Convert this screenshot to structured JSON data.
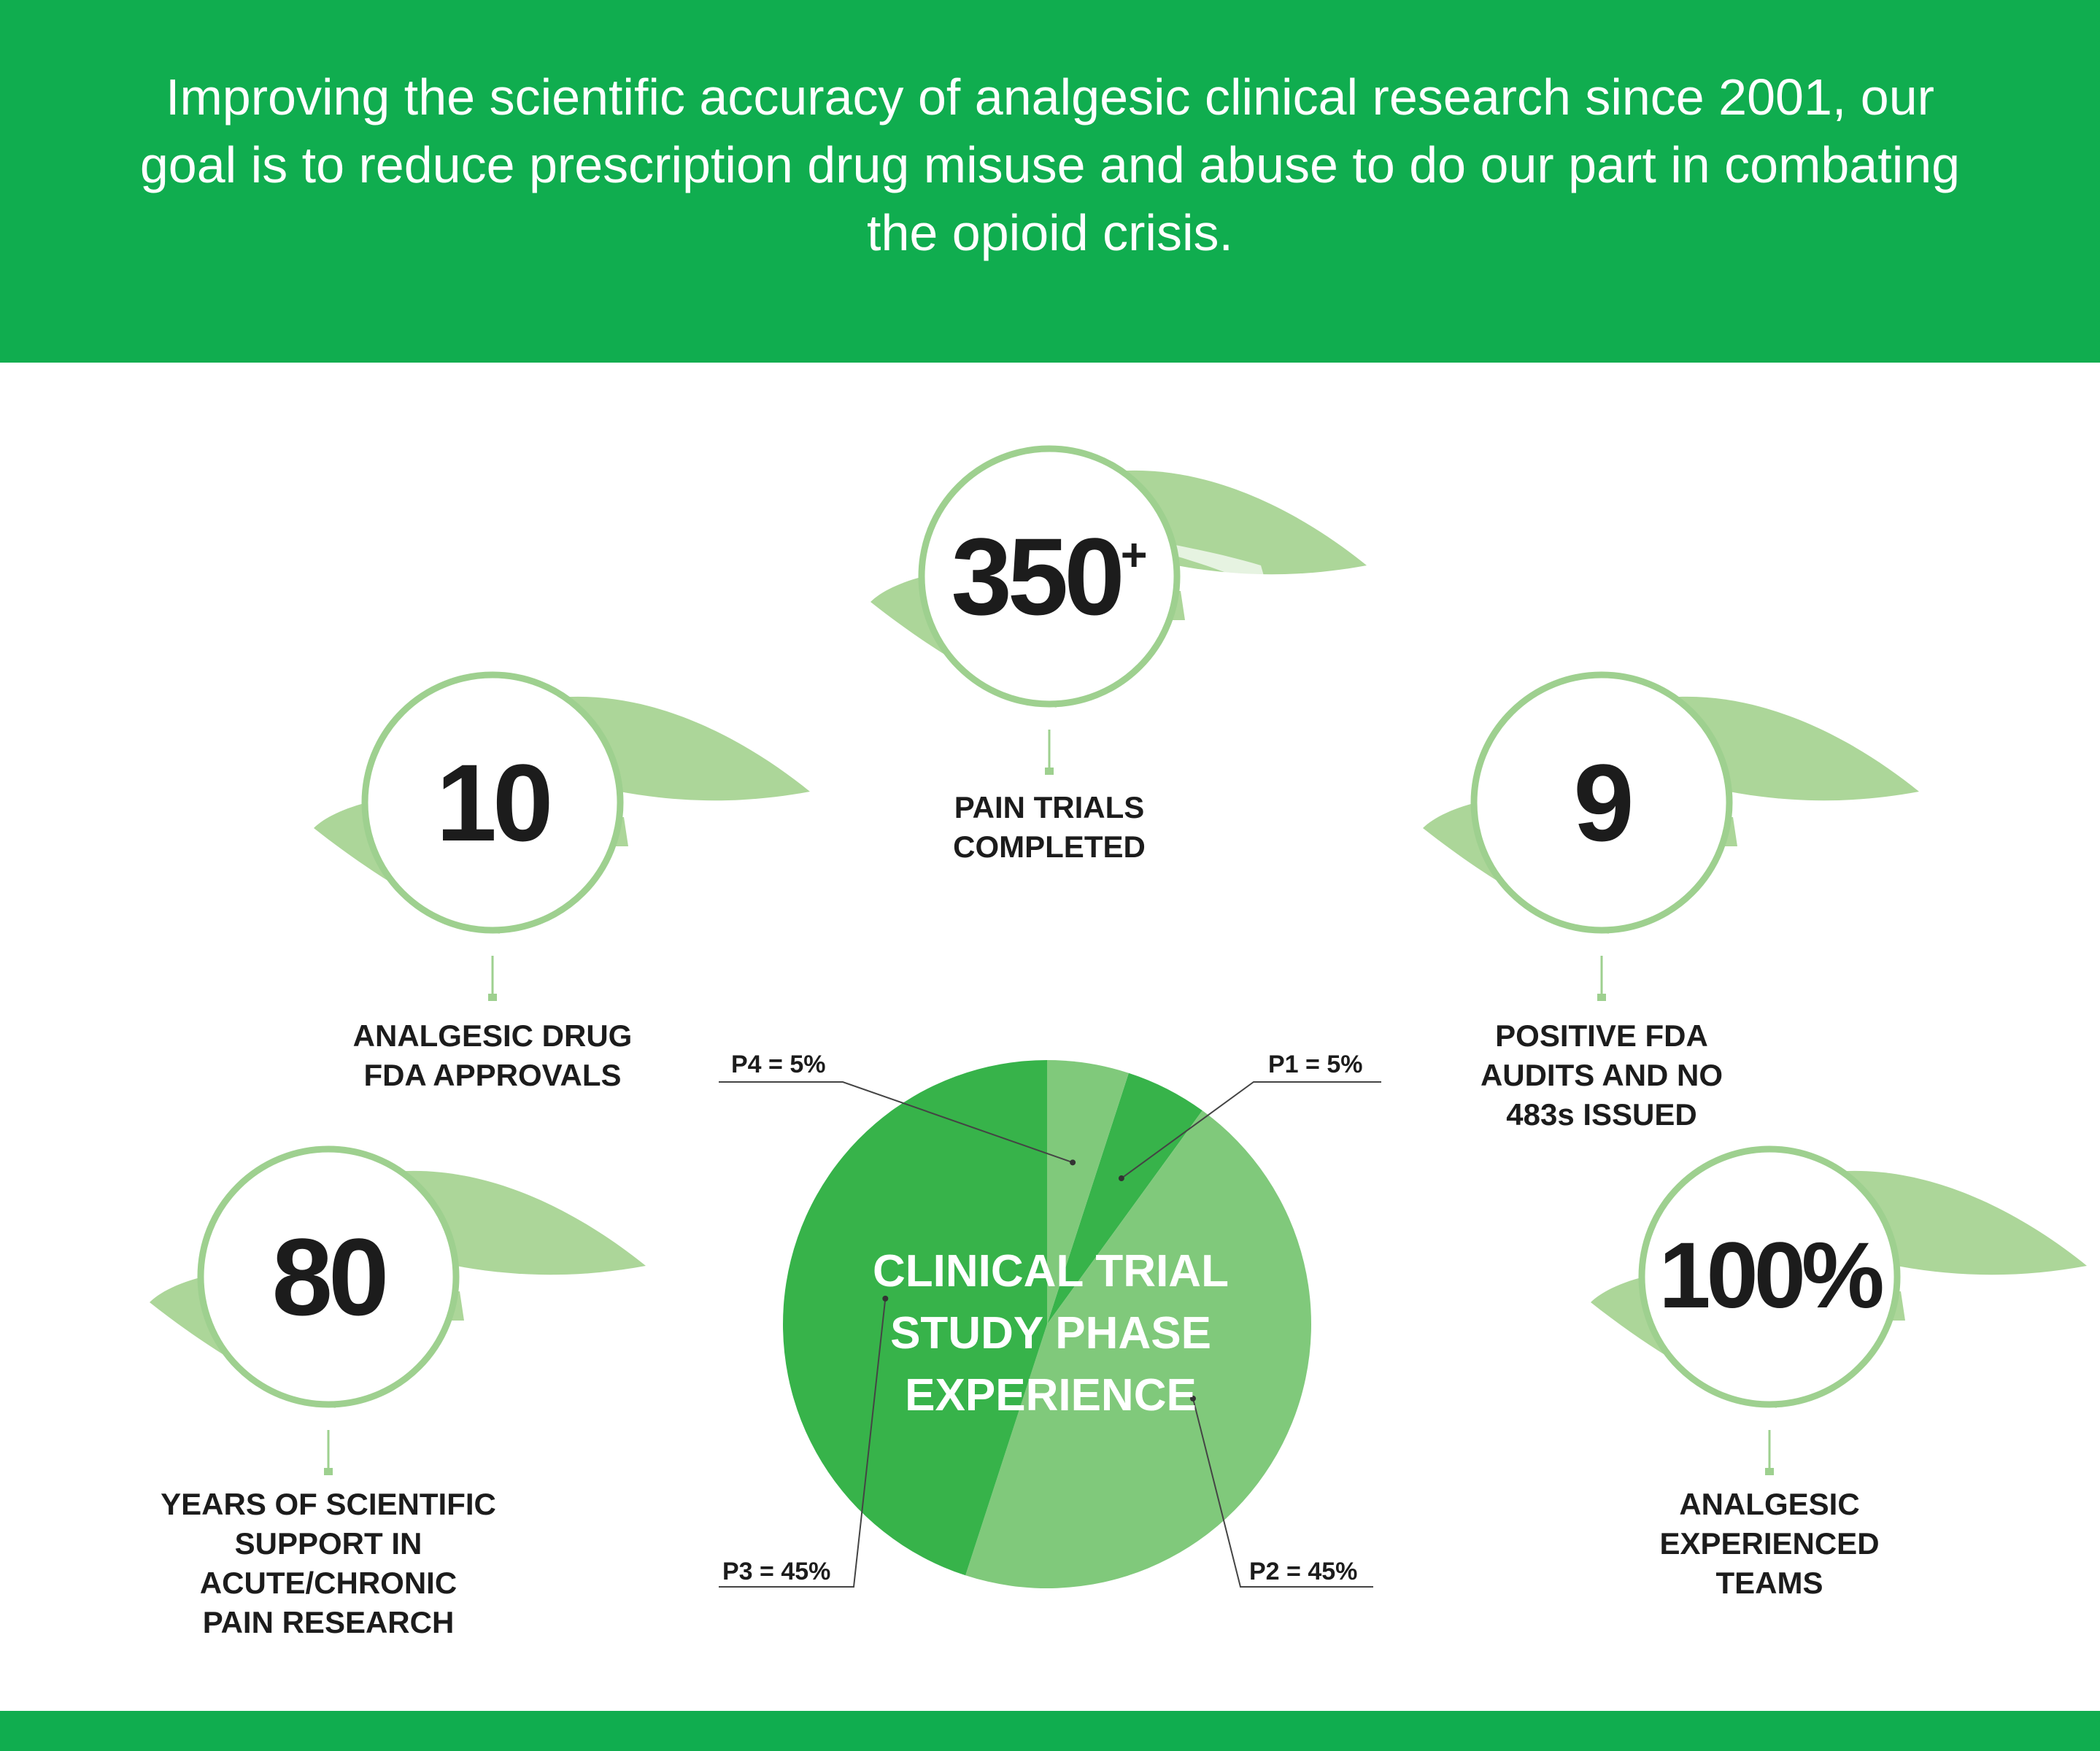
{
  "intro_text": "Improving the scientific accuracy of analgesic clinical research since 2001, our goal is to reduce prescription drug misuse and abuse to do our part in combating the opioid crisis.",
  "colors": {
    "brand_green": "#10ad4f",
    "dark_green": "#37b34a",
    "light_green": "#80c97b",
    "pale_green": "#acd699",
    "ring": "#9ed08f"
  },
  "stats": [
    {
      "value": "350",
      "suffix": "+",
      "label": [
        "PAIN TRIALS",
        "COMPLETED"
      ]
    },
    {
      "value": "10",
      "suffix": "",
      "label": [
        "ANALGESIC DRUG",
        "FDA APPROVALS"
      ]
    },
    {
      "value": "9",
      "suffix": "",
      "label": [
        "POSITIVE FDA",
        "AUDITS AND NO",
        "483s ISSUED"
      ]
    },
    {
      "value": "80",
      "suffix": "",
      "label": [
        "YEARS OF SCIENTIFIC",
        "SUPPORT IN",
        "ACUTE/CHRONIC",
        "PAIN RESEARCH"
      ]
    },
    {
      "value": "100%",
      "suffix": "",
      "label": [
        "ANALGESIC",
        "EXPERIENCED",
        "TEAMS"
      ]
    }
  ],
  "chart_data": {
    "type": "pie",
    "title": [
      "CLINICAL TRIAL",
      "STUDY PHASE",
      "EXPERIENCE"
    ],
    "categories": [
      "P1",
      "P2",
      "P3",
      "P4"
    ],
    "values": [
      5,
      45,
      45,
      5
    ],
    "labels": [
      "P1 = 5%",
      "P2 = 45%",
      "P3 = 45%",
      "P4 = 5%"
    ],
    "colors": [
      "#37b34a",
      "#80c97b",
      "#37b34a",
      "#80c97b"
    ]
  }
}
